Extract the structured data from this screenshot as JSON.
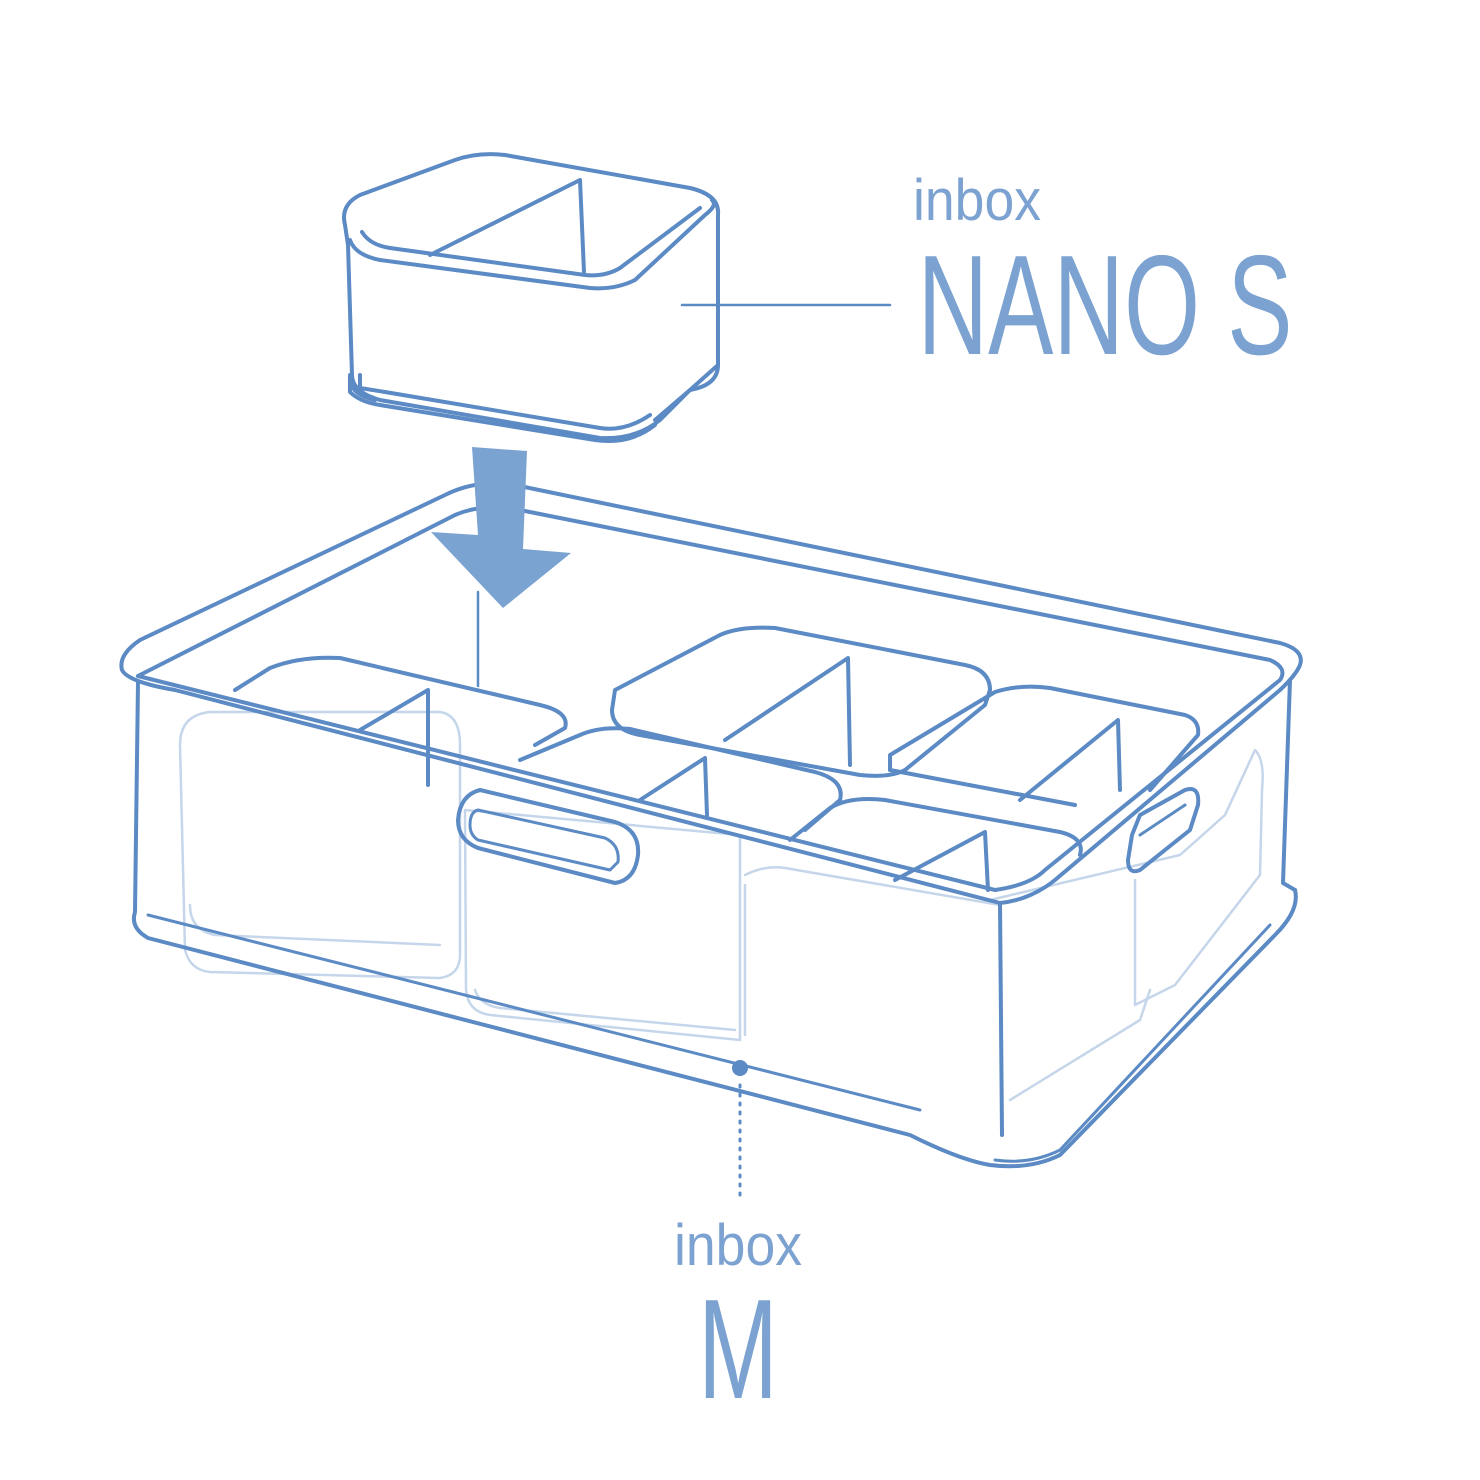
{
  "labels": {
    "nano": {
      "brand": "inbox",
      "model": "NANO S"
    },
    "main": {
      "brand": "inbox",
      "model": "M"
    }
  },
  "colors": {
    "line": "#5b8ac4",
    "line_light": "#c5d6ea",
    "arrow": "#7aa3d2",
    "text": "#7ba2d0"
  }
}
